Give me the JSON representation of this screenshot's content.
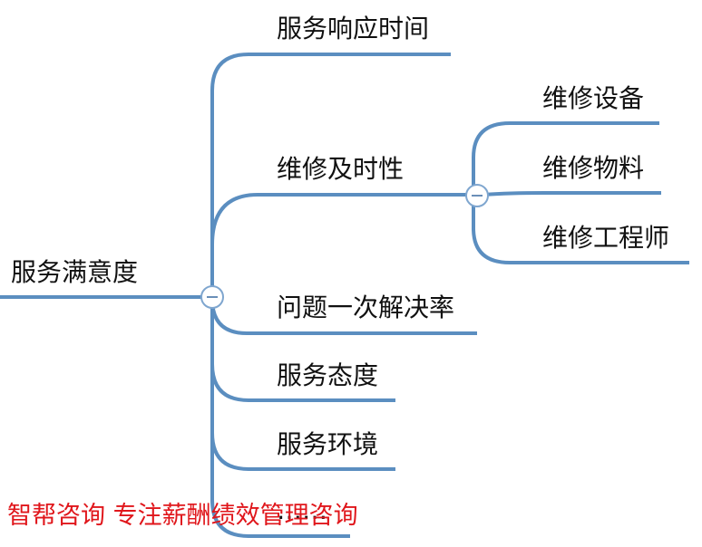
{
  "root": "服务满意度",
  "branches": [
    {
      "label": "服务响应时间"
    },
    {
      "label": "维修及时性",
      "children": [
        "维修设备",
        "维修物料",
        "维修工程师"
      ]
    },
    {
      "label": "问题一次解决率"
    },
    {
      "label": "服务态度"
    },
    {
      "label": "服务环境"
    },
    {
      "label": "……"
    }
  ],
  "watermark": "智帮咨询 专注薪酬绩效管理咨询",
  "colors": {
    "line": "#5b8ec0",
    "text": "#111111",
    "watermark": "#e0161b"
  }
}
